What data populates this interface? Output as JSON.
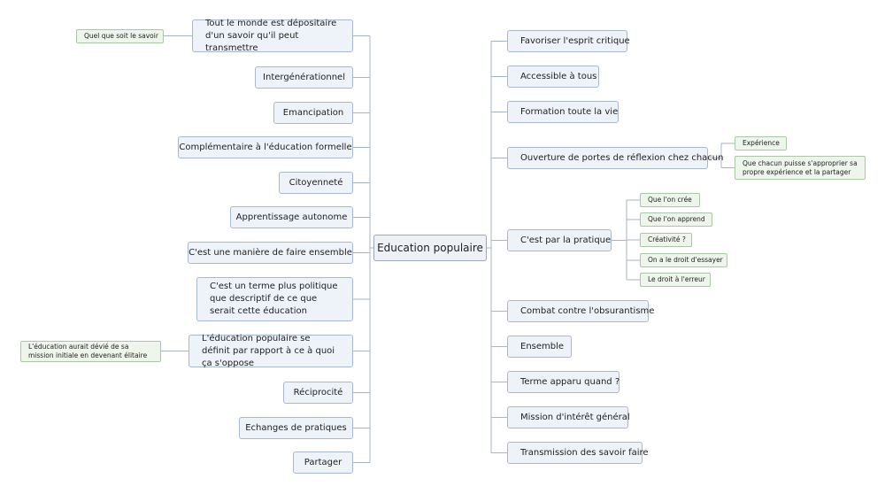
{
  "center": "Education populaire",
  "left": [
    {
      "label": "Tout le monde est dépositaire d'un savoir qu'il peut transmettre",
      "note": "Quel que soit le savoir"
    },
    {
      "label": "Intergénérationnel"
    },
    {
      "label": "Emancipation"
    },
    {
      "label": "Complémentaire à l'éducation formelle"
    },
    {
      "label": "Citoyenneté"
    },
    {
      "label": "Apprentissage autonome"
    },
    {
      "label": "C'est une manière de faire ensemble"
    },
    {
      "label": "C'est un terme plus politique que descriptif de ce que serait cette éducation"
    },
    {
      "label": "L'éducation populaire se définit par rapport à ce à quoi ça s'oppose",
      "note": "L'éducation aurait dévié de sa mission initiale en devenant élitaire"
    },
    {
      "label": "Réciprocité"
    },
    {
      "label": "Echanges de pratiques"
    },
    {
      "label": "Partager"
    }
  ],
  "right": [
    {
      "label": "Favoriser l'esprit critique"
    },
    {
      "label": "Accessible à tous"
    },
    {
      "label": "Formation toute la vie"
    },
    {
      "label": "Ouverture de portes de réflexion chez chacun",
      "children": [
        "Expérience",
        "Que chacun puisse s'approprier sa propre expérience et la partager"
      ]
    },
    {
      "label": "C'est par la pratique",
      "children": [
        "Que l'on crée",
        "Que l'on apprend",
        "Créativité ?",
        "On a le droit d'essayer",
        "Le droit à l'erreur"
      ]
    },
    {
      "label": "Combat contre l'obsurantisme"
    },
    {
      "label": "Ensemble"
    },
    {
      "label": "Terme apparu quand ?"
    },
    {
      "label": "Mission d'intérêt général"
    },
    {
      "label": "Transmission des savoir faire"
    }
  ],
  "colors": {
    "node_fill": "#eef2f9",
    "node_border": "#aab8cf",
    "leaf_fill": "#eef6ec",
    "leaf_border": "#aac8a6",
    "line": "#a9b4c4"
  }
}
